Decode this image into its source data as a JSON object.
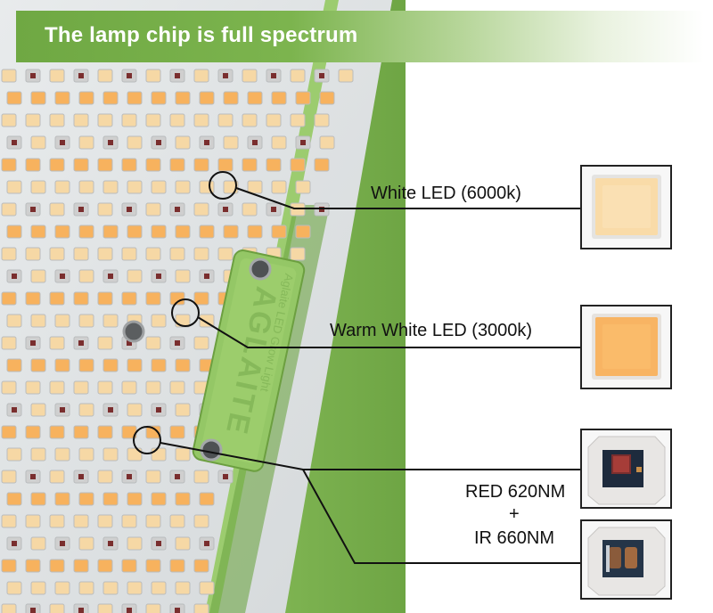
{
  "banner": {
    "title": "The lamp chip is full spectrum"
  },
  "product": {
    "brand": "AGLAITE",
    "subtitle": "Aglaite LED Grow Light"
  },
  "callouts": [
    {
      "label": "White LED (6000k)",
      "chip": "white-led-6000k"
    },
    {
      "label": "Warm White LED (3000k)",
      "chip": "warm-white-led-3000k"
    },
    {
      "label": "RED 620NM",
      "chip": "red-620nm"
    },
    {
      "label": "+"
    },
    {
      "label": "IR 660NM",
      "chip": "ir-660nm"
    }
  ],
  "colors": {
    "accent_green": "#8cc063",
    "banner_green": "#6fa843",
    "led_white": "#f6d8a5",
    "led_warm": "#f7b25e",
    "led_red": "#7a2e2e"
  }
}
